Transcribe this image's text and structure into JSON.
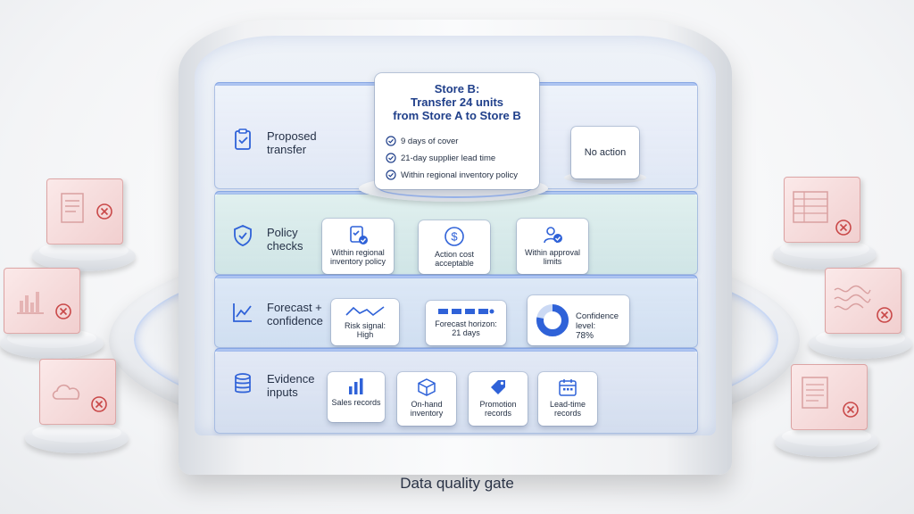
{
  "colors": {
    "accent": "#2f62d8",
    "reject": "#c94848",
    "navy": "#1f3f8a"
  },
  "proposal": {
    "title_line1": "Store B:",
    "title_line2": "Transfer 24 units",
    "title_line3": "from Store A to Store B",
    "checks": [
      "9 days of cover",
      "21-day supplier lead time",
      "Within regional inventory policy"
    ]
  },
  "no_action": "No action",
  "layers": {
    "proposed": {
      "line1": "Proposed",
      "line2": "transfer",
      "icon": "clipboard-check-icon"
    },
    "policy": {
      "line1": "Policy",
      "line2": "checks",
      "icon": "shield-check-icon",
      "cards": [
        {
          "line1": "Within regional",
          "line2": "inventory policy",
          "icon": "clipboard-check-icon"
        },
        {
          "line1": "Action cost",
          "line2": "acceptable",
          "icon": "dollar-circle-icon"
        },
        {
          "line1": "Within approval",
          "line2": "limits",
          "icon": "user-check-icon"
        }
      ]
    },
    "forecast": {
      "line1": "Forecast +",
      "line2": "confidence",
      "icon": "trend-line-icon",
      "cards": [
        {
          "line1": "Risk signal:",
          "line2": "High",
          "icon": "trend-line-icon"
        },
        {
          "line1": "Forecast horizon:",
          "line2": "21 days",
          "icon": "horizon-bar-icon"
        },
        {
          "line1": "Confidence level:",
          "line2": "78%",
          "icon": "donut-chart-icon",
          "value": 0.78
        }
      ]
    },
    "evidence": {
      "line1": "Evidence",
      "line2": "inputs",
      "icon": "database-icon",
      "cards": [
        {
          "line1": "Sales records",
          "line2": "",
          "icon": "bar-chart-icon"
        },
        {
          "line1": "On-hand",
          "line2": "inventory",
          "icon": "box-icon"
        },
        {
          "line1": "Promotion",
          "line2": "records",
          "icon": "tag-icon"
        },
        {
          "line1": "Lead-time",
          "line2": "records",
          "icon": "calendar-icon"
        }
      ]
    }
  },
  "base_label": "Data quality gate",
  "rejected_sources": [
    "document-icon",
    "bar-chart-icon",
    "cloud-icon",
    "table-icon",
    "wave-chart-icon",
    "document-icon"
  ]
}
